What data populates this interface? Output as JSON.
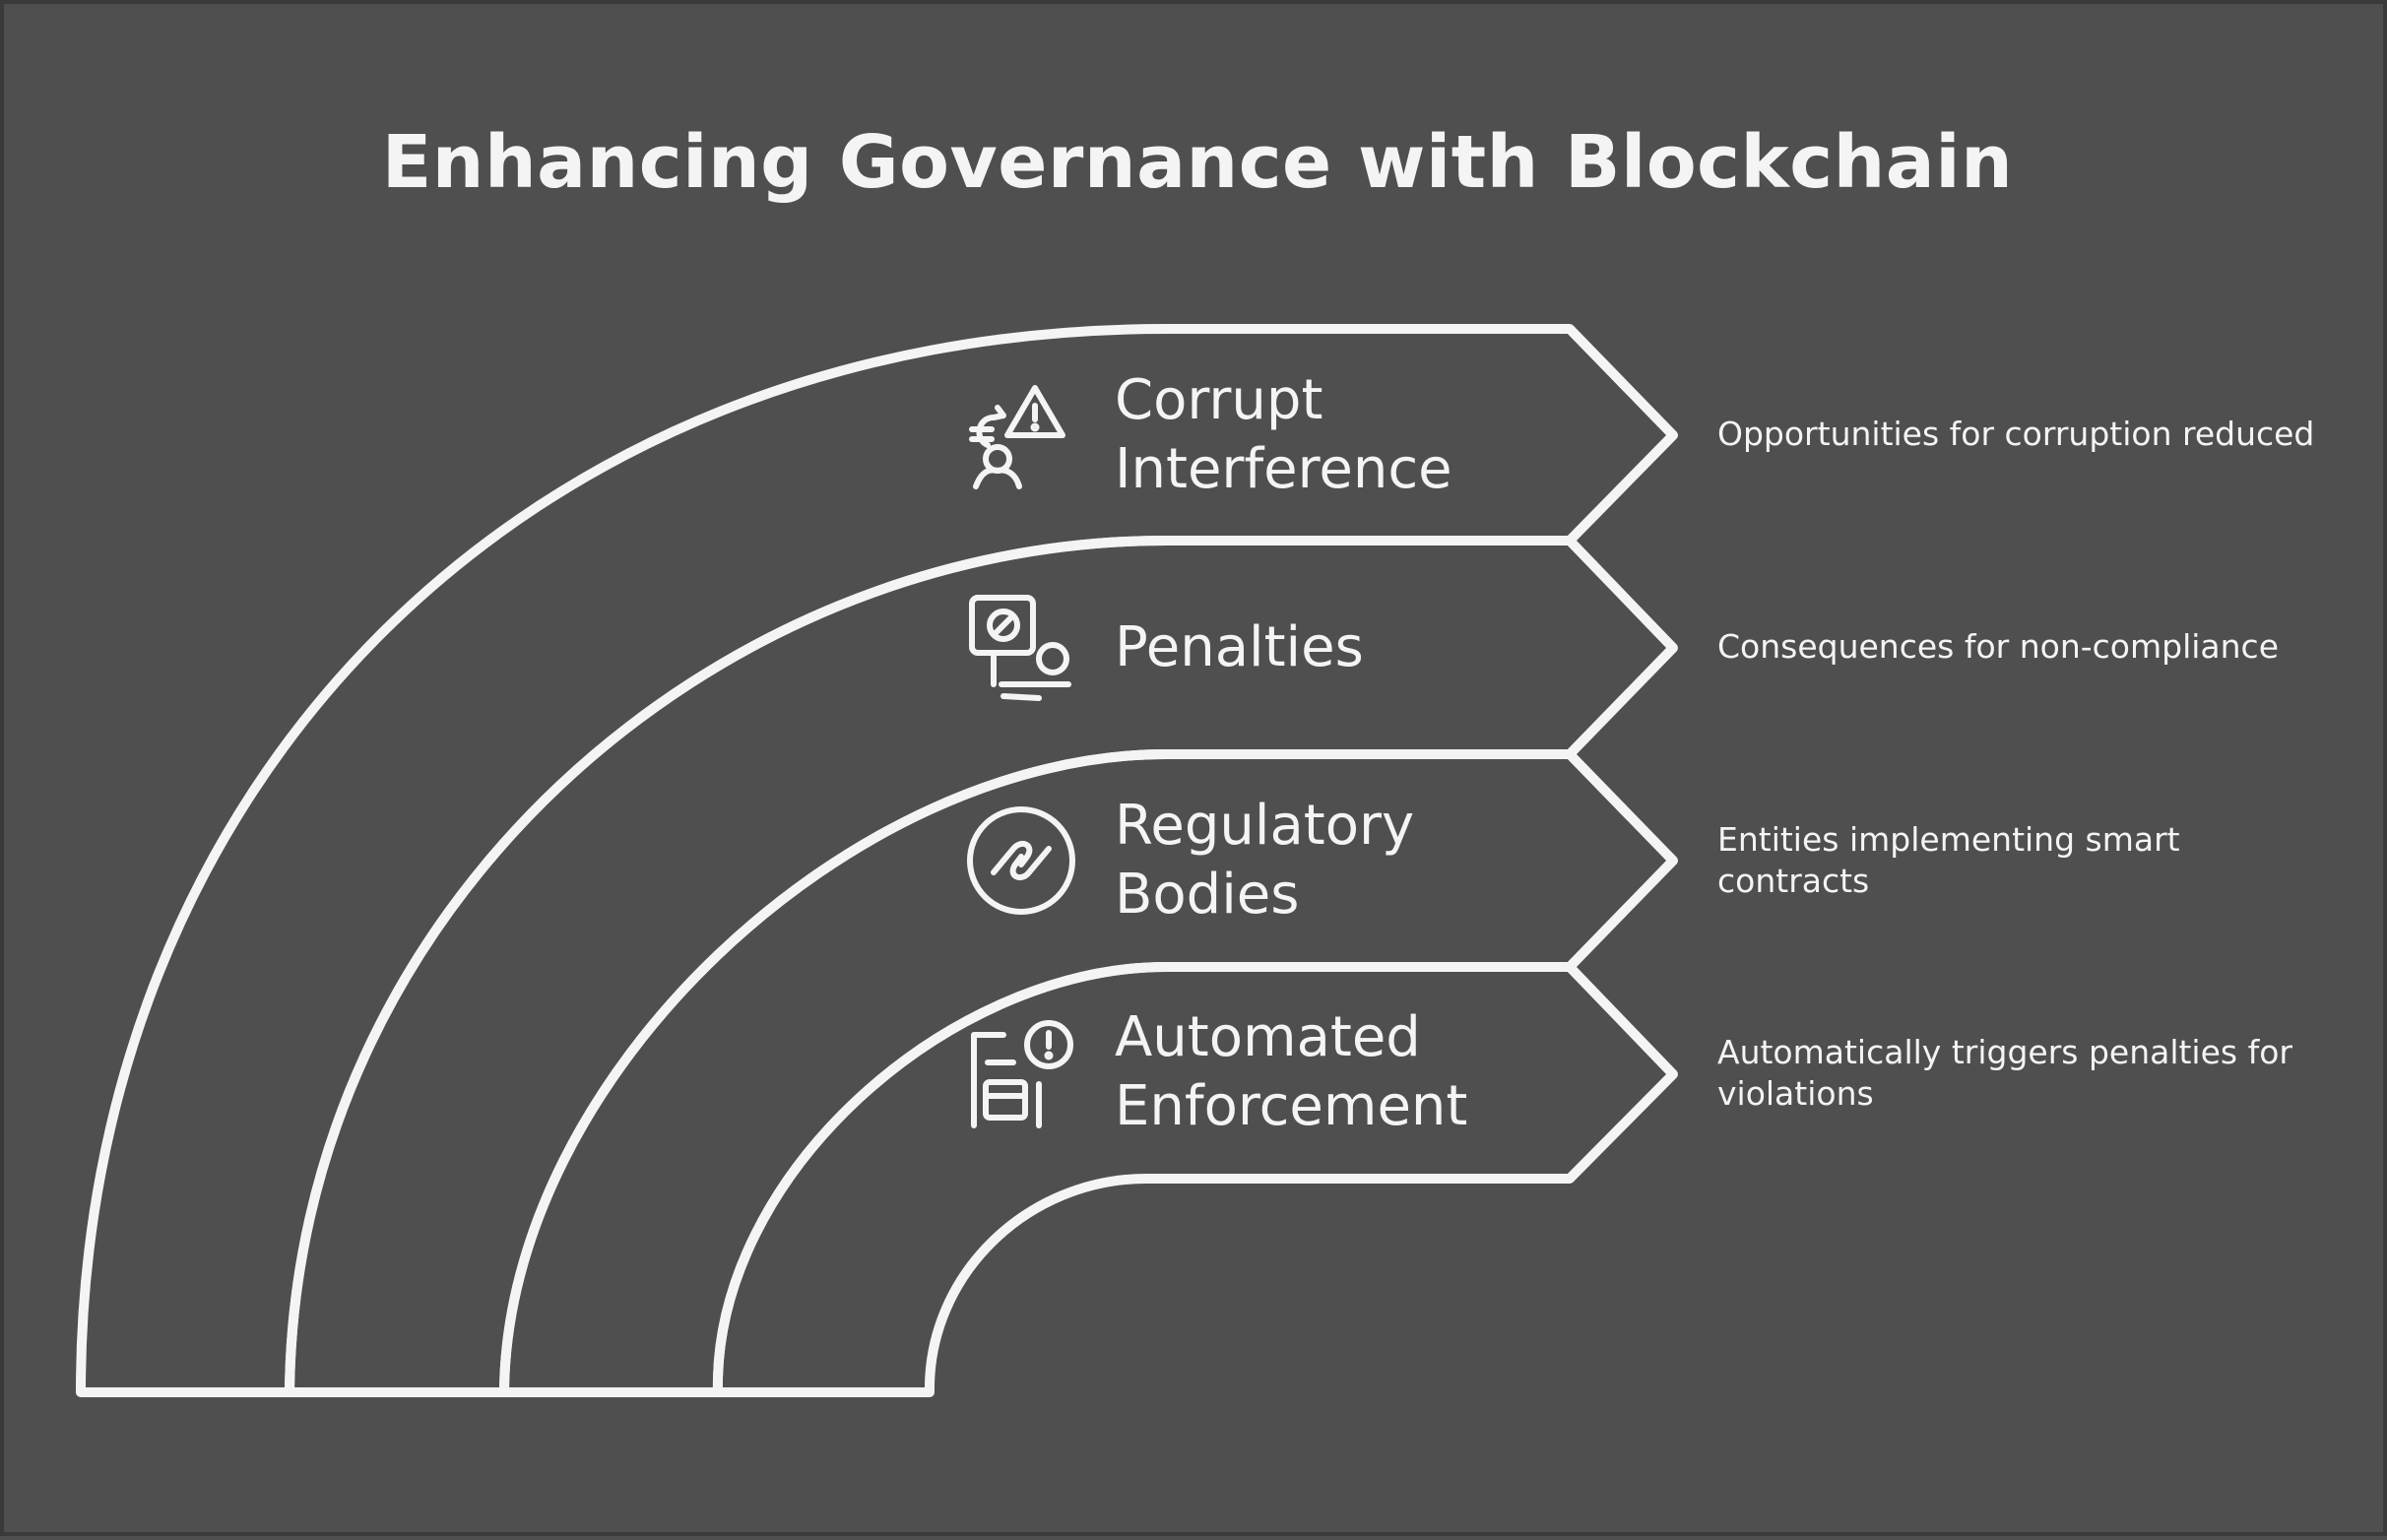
{
  "title": "Enhancing Governance with Blockchain",
  "colors": {
    "background": "#4f4f4f",
    "border": "#3a3a3a",
    "stroke": "#f4f4f4",
    "text": "#f4f4f4"
  },
  "layers": [
    {
      "label_lines": [
        "Corrupt",
        "Interference"
      ],
      "icon": "corruption-warning-icon",
      "description": "Opportunities for corruption reduced"
    },
    {
      "label_lines": [
        "Penalties"
      ],
      "icon": "penalty-ticket-icon",
      "description": "Consequences for non-compliance"
    },
    {
      "label_lines": [
        "Regulatory",
        "Bodies"
      ],
      "icon": "linked-circle-icon",
      "description": "Entities implementing smart contracts"
    },
    {
      "label_lines": [
        "Automated",
        "Enforcement"
      ],
      "icon": "document-alert-icon",
      "description": "Automatically triggers penalties for violations"
    }
  ]
}
